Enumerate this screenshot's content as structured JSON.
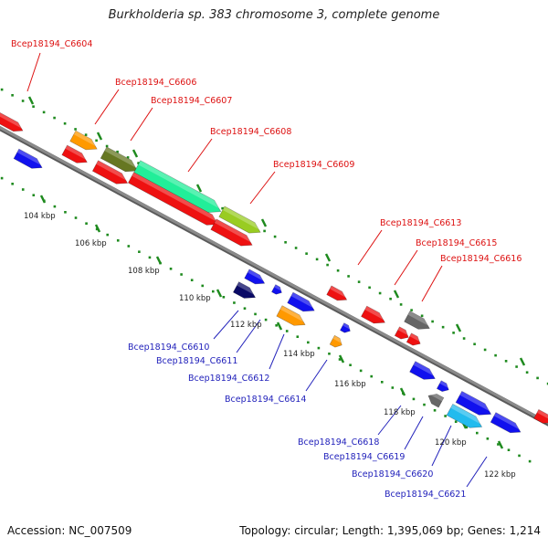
{
  "title": "Burkholderia sp. 383 chromosome 3, complete genome",
  "footer": {
    "accession_label": "Accession:",
    "accession": "NC_007509",
    "topology_label": "Topology:",
    "topology": "circular",
    "length_label": "Length:",
    "length": "1,395,069 bp",
    "genes_label": "Genes:",
    "genes": "1,214"
  },
  "colors": {
    "backbone": "#8a8a8a",
    "ticks": "#1e8a1e",
    "top_label": "#dd1111",
    "bottom_label": "#2222bb",
    "gene_red": "#ee1111",
    "gene_blue": "#1111ee",
    "gene_navy": "#0a0a66",
    "gene_orange": "#ff9900",
    "gene_gray": "#666666",
    "gene_olive": "#667722",
    "gene_seagreen": "#22ee99",
    "gene_lime": "#99cc22",
    "gene_cyan": "#22bbee"
  },
  "kbp_ticks": [
    "104 kbp",
    "106 kbp",
    "108 kbp",
    "110 kbp",
    "112 kbp",
    "114 kbp",
    "116 kbp",
    "118 kbp",
    "120 kbp",
    "122 kbp"
  ],
  "top_labels": [
    "Bcep18194_C6604",
    "Bcep18194_C6606",
    "Bcep18194_C6607",
    "Bcep18194_C6608",
    "Bcep18194_C6609",
    "Bcep18194_C6613",
    "Bcep18194_C6615",
    "Bcep18194_C6616"
  ],
  "bottom_labels": [
    "Bcep18194_C6610",
    "Bcep18194_C6611",
    "Bcep18194_C6612",
    "Bcep18194_C6614",
    "Bcep18194_C6618",
    "Bcep18194_C6619",
    "Bcep18194_C6620",
    "Bcep18194_C6621"
  ]
}
